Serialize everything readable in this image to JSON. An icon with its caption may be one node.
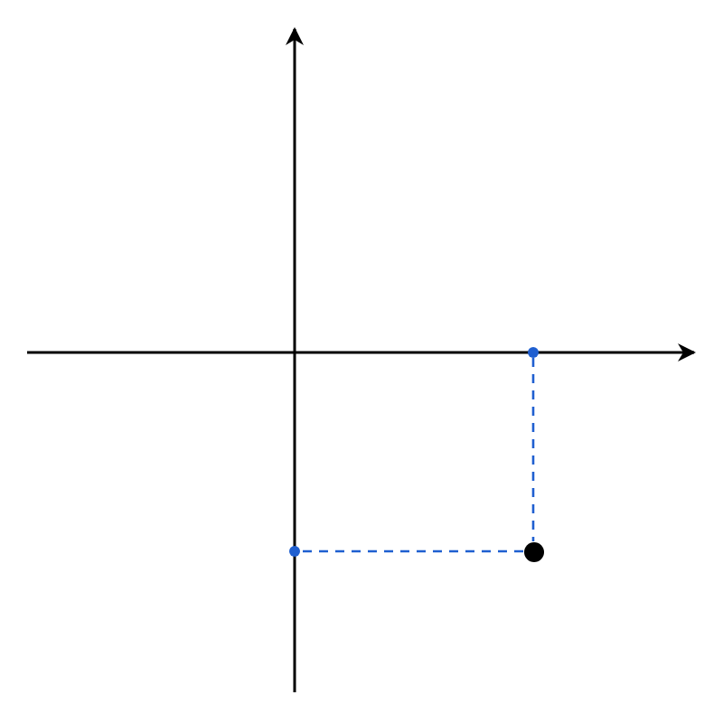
{
  "diagram": {
    "nodes": [
      {
        "text": [],
        "shape": "circle"
      },
      {
        "text": [],
        "shape": "circle"
      },
      {
        "text": [],
        "shape": "circle"
      }
    ],
    "edges": [
      {
        "from": 1,
        "to": 2,
        "arrow": "none",
        "style": "dashed",
        "color": "#1f5fd0"
      },
      {
        "from": 2,
        "to": 0,
        "arrow": "none",
        "style": "dashed",
        "color": "#1f5fd0"
      }
    ]
  }
}
